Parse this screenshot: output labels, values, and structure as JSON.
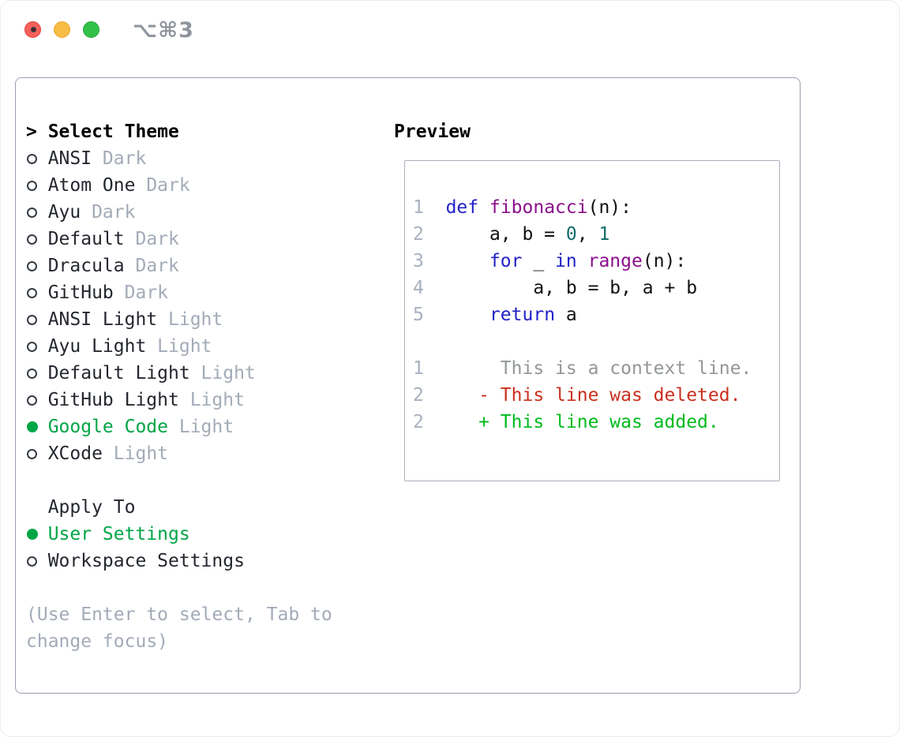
{
  "window": {
    "titlebar": {
      "title": "⌥⌘3",
      "traffic_lights": [
        {
          "name": "close"
        },
        {
          "name": "minimize"
        },
        {
          "name": "zoom"
        }
      ]
    }
  },
  "theme_panel": {
    "header_prefix": ">",
    "header_label": "Select Theme",
    "themes": [
      {
        "name": "ANSI",
        "variant": "Dark",
        "selected": false
      },
      {
        "name": "Atom One",
        "variant": "Dark",
        "selected": false
      },
      {
        "name": "Ayu",
        "variant": "Dark",
        "selected": false
      },
      {
        "name": "Default",
        "variant": "Dark",
        "selected": false
      },
      {
        "name": "Dracula",
        "variant": "Dark",
        "selected": false
      },
      {
        "name": "GitHub",
        "variant": "Dark",
        "selected": false
      },
      {
        "name": "ANSI Light",
        "variant": "Light",
        "selected": false
      },
      {
        "name": "Ayu Light",
        "variant": "Light",
        "selected": false
      },
      {
        "name": "Default Light",
        "variant": "Light",
        "selected": false
      },
      {
        "name": "GitHub Light",
        "variant": "Light",
        "selected": false
      },
      {
        "name": "Google Code",
        "variant": "Light",
        "selected": true
      },
      {
        "name": "XCode",
        "variant": "Light",
        "selected": false
      }
    ],
    "apply_to": {
      "label": "Apply To",
      "options": [
        {
          "name": "User Settings",
          "selected": true
        },
        {
          "name": "Workspace Settings",
          "selected": false
        }
      ]
    },
    "help_lines": [
      "(Use Enter to select, Tab to",
      "change focus)"
    ]
  },
  "preview_panel": {
    "title": "Preview",
    "code_lines": [
      {
        "tokens": [
          [
            "num",
            "1"
          ],
          [
            "plain",
            "  "
          ],
          [
            "kw",
            "def"
          ],
          [
            "plain",
            " "
          ],
          [
            "fn",
            "fibonacci"
          ],
          [
            "plain",
            "(n):"
          ]
        ]
      },
      {
        "tokens": [
          [
            "num",
            "2"
          ],
          [
            "plain",
            "      a, b = "
          ],
          [
            "lit",
            "0"
          ],
          [
            "plain",
            ", "
          ],
          [
            "lit",
            "1"
          ]
        ]
      },
      {
        "tokens": [
          [
            "num",
            "3"
          ],
          [
            "plain",
            "      "
          ],
          [
            "kw",
            "for"
          ],
          [
            "plain",
            " _ "
          ],
          [
            "kw",
            "in"
          ],
          [
            "plain",
            " "
          ],
          [
            "fn",
            "range"
          ],
          [
            "plain",
            "(n):"
          ]
        ]
      },
      {
        "tokens": [
          [
            "num",
            "4"
          ],
          [
            "plain",
            "          a, b = b, a + b"
          ]
        ]
      },
      {
        "tokens": [
          [
            "num",
            "5"
          ],
          [
            "plain",
            "      "
          ],
          [
            "kw",
            "return"
          ],
          [
            "plain",
            " a"
          ]
        ]
      },
      {
        "tokens": []
      },
      {
        "tokens": [
          [
            "num",
            "1"
          ],
          [
            "ctx",
            "       This is a context line."
          ]
        ]
      },
      {
        "tokens": [
          [
            "num",
            "2"
          ],
          [
            "del",
            "     - This line was deleted."
          ]
        ]
      },
      {
        "tokens": [
          [
            "num",
            "2"
          ],
          [
            "add",
            "     + This line was added."
          ]
        ]
      }
    ]
  },
  "colors": {
    "accent_green": "#00a546",
    "diff_added": "#00bb1d",
    "diff_deleted": "#c9301e",
    "syntax_keyword": "#2121c8",
    "syntax_function": "#8a0f8a",
    "syntax_literal": "#116b6b",
    "line_number": "#a8b0bf",
    "context_gray": "#939799",
    "muted_gray": "#a3abb8",
    "text_dark": "#24272e",
    "border_gray": "#98a0ae",
    "preview_border": "#aab0bc",
    "title_gray": "#8f959e",
    "tl_red": "#f4615a",
    "tl_red_border": "#e14138",
    "tl_red_dot": "#5f120d",
    "tl_yellow": "#f8bd45",
    "tl_yellow_border": "#e8a82e",
    "tl_green": "#32c04a",
    "tl_green_border": "#27a83c"
  }
}
